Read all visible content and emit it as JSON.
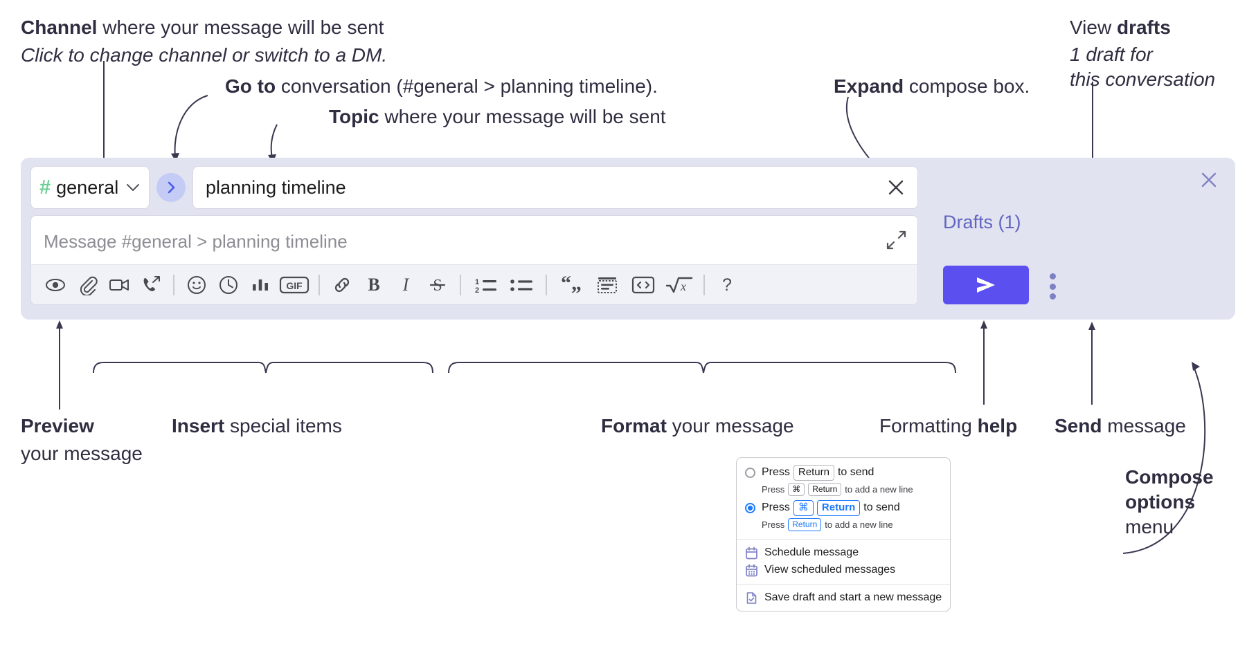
{
  "annotations": {
    "channel": {
      "bold": "Channel",
      "rest": " where your message will be sent",
      "italic": "Click to change channel or switch to a DM."
    },
    "goto": {
      "bold": "Go to",
      "rest": " conversation (#general > planning timeline)."
    },
    "topic": {
      "bold": "Topic",
      "rest": " where your message will be sent"
    },
    "expand": {
      "bold": "Expand",
      "rest": " compose box."
    },
    "drafts": {
      "bold_lead": "View ",
      "bold": "drafts",
      "italic1": "1 draft for",
      "italic2": "this conversation"
    },
    "preview": {
      "bold": "Preview",
      "rest": "your message"
    },
    "insert": {
      "bold": "Insert",
      "rest": " special items"
    },
    "format": {
      "bold": "Format",
      "rest": " your message"
    },
    "help": {
      "lead": "Formatting ",
      "bold": "help"
    },
    "send": {
      "bold": "Send",
      "rest": " message"
    },
    "compose_options": {
      "bold1": "Compose",
      "bold2": "options",
      "rest": "menu"
    }
  },
  "compose": {
    "channel_name": "general",
    "channel_hash": "#",
    "topic_value": "planning timeline",
    "message_placeholder": "Message #general > planning timeline",
    "drafts_label": "Drafts (1)",
    "toolbar_insert": [
      {
        "name": "preview-icon",
        "label": "Preview"
      },
      {
        "name": "attachment-icon",
        "label": "Attach file"
      },
      {
        "name": "video-icon",
        "label": "Record video clip"
      },
      {
        "name": "audio-call-icon",
        "label": "Record audio clip"
      }
    ],
    "toolbar_insert2": [
      {
        "name": "emoji-icon",
        "label": "Emoji"
      },
      {
        "name": "clock-icon",
        "label": "Schedule"
      },
      {
        "name": "poll-icon",
        "label": "Poll"
      },
      {
        "name": "gif-icon",
        "label": "GIF"
      }
    ],
    "toolbar_format": [
      {
        "name": "link-icon",
        "label": "Link"
      },
      {
        "name": "bold-icon",
        "label": "B"
      },
      {
        "name": "italic-icon",
        "label": "I"
      },
      {
        "name": "strikethrough-icon",
        "label": "S"
      }
    ],
    "toolbar_format2": [
      {
        "name": "ordered-list-icon",
        "label": "Ordered list"
      },
      {
        "name": "bulleted-list-icon",
        "label": "Bulleted list"
      },
      {
        "name": "blockquote-icon",
        "label": "Blockquote"
      },
      {
        "name": "code-block-icon",
        "label": "Code block"
      },
      {
        "name": "code-icon",
        "label": "Code"
      },
      {
        "name": "math-icon",
        "label": "Math"
      }
    ],
    "help_label": "?",
    "gif_label": "GIF"
  },
  "menu": {
    "option1": {
      "press": "Press",
      "key": "Return",
      "tail": "to send"
    },
    "option1_sub": {
      "press": "Press",
      "key1": "⌘",
      "key2": "Return",
      "tail": "to add a new line"
    },
    "option2": {
      "press": "Press",
      "key1": "⌘",
      "key2": "Return",
      "tail": "to send"
    },
    "option2_sub": {
      "press": "Press",
      "key": "Return",
      "tail": "to add a new line"
    },
    "items": [
      {
        "icon": "calendar-schedule-icon",
        "label": "Schedule message"
      },
      {
        "icon": "calendar-view-icon",
        "label": "View scheduled messages"
      },
      {
        "icon": "save-draft-icon",
        "label": "Save draft and start a new message"
      }
    ]
  },
  "colors": {
    "accent": "#5b4ff0",
    "panel": "#e2e3f1",
    "hash_green": "#6ecf97",
    "link_purple": "#6265c0",
    "key_blue": "#1d7afc"
  }
}
